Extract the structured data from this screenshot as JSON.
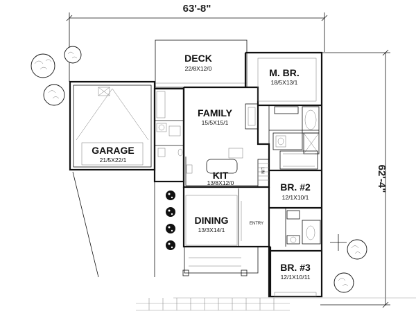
{
  "dimensions": {
    "width": "63'-8\"",
    "depth": "62'-4\""
  },
  "rooms": {
    "deck": {
      "name": "DECK",
      "size": "22/8X12/0"
    },
    "master": {
      "name": "M. BR.",
      "size": "18/5X13/1"
    },
    "family": {
      "name": "FAMILY",
      "size": "15/5X15/1"
    },
    "garage": {
      "name": "GARAGE",
      "size": "21/5X22/1"
    },
    "kit": {
      "name": "KIT",
      "size": "13/8X12/0"
    },
    "br2": {
      "name": "BR. #2",
      "size": "12/1X10/1"
    },
    "dining": {
      "name": "DINING",
      "size": "13/3X14/1"
    },
    "br3": {
      "name": "BR. #3",
      "size": "12/1X10/11"
    }
  },
  "labels": {
    "entry": "ENTRY",
    "linen": "LIN"
  }
}
